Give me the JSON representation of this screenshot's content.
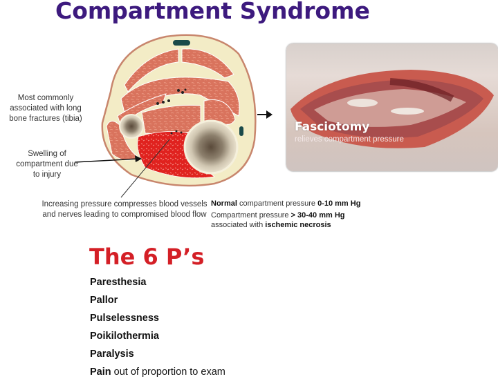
{
  "title": "Compartment Syndrome",
  "diagram": {
    "labels": {
      "common": "Most commonly associated with long bone fractures (tibia)",
      "swelling": "Swelling of compartment due to injury",
      "pressure": "Increasing pressure compresses blood vessels and nerves leading to compromised blood flow"
    }
  },
  "notes": {
    "normal": {
      "prefix_bold": "Normal",
      "text": " compartment pressure ",
      "value_bold": "0-10 mm Hg"
    },
    "elevated": {
      "text1": "Compartment pressure ",
      "value_bold": "> 30-40 mm Hg",
      "text2": " associated with ",
      "result_bold": "ischemic necrosis"
    }
  },
  "photo": {
    "heading": "Fasciotomy",
    "subheading": "relieves compartment pressure"
  },
  "six_ps": {
    "title": "The 6 P’s",
    "items": [
      {
        "bold": "Paresthesia",
        "rest": ""
      },
      {
        "bold": "Pallor",
        "rest": ""
      },
      {
        "bold": "Pulselessness",
        "rest": ""
      },
      {
        "bold": "Poikilothermia",
        "rest": ""
      },
      {
        "bold": "Paralysis",
        "rest": ""
      },
      {
        "bold": "Pain",
        "rest": " out of proportion to exam"
      }
    ]
  },
  "colors": {
    "title": "#3d1a7e",
    "six_ps_title": "#d41f26",
    "muscle": "#d9735d",
    "swollen_muscle": "#e0221f"
  }
}
